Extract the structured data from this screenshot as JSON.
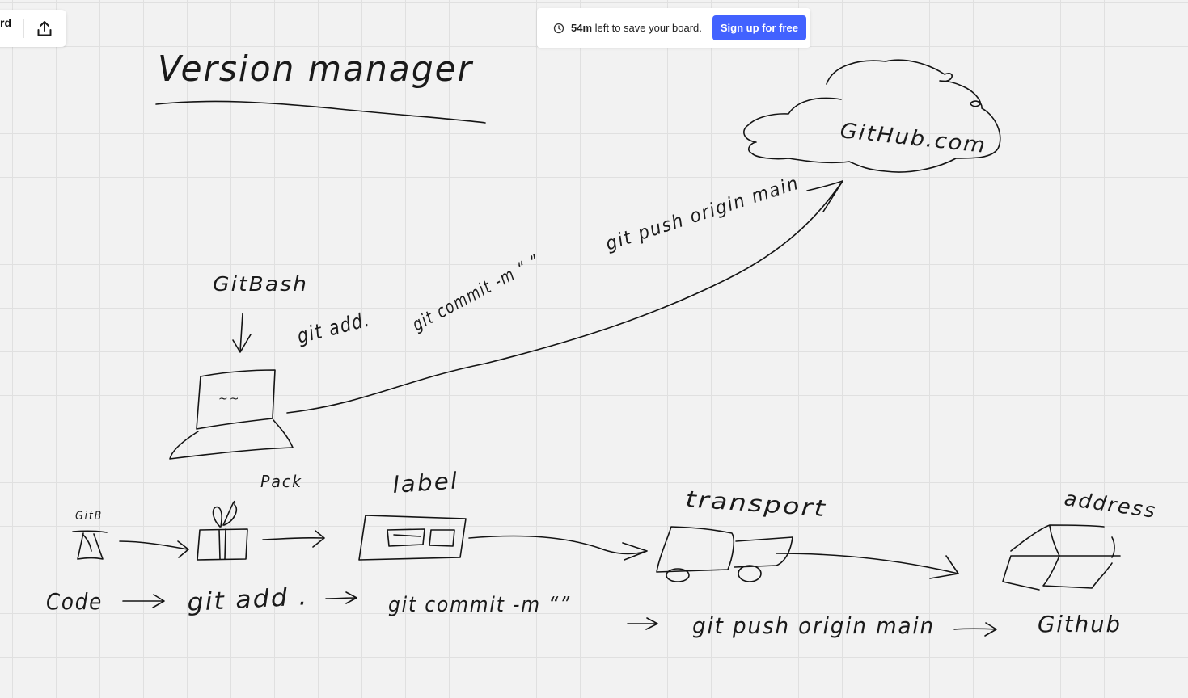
{
  "toolbar": {
    "board_name_fragment": "rd",
    "share_icon": "upload-icon"
  },
  "banner": {
    "clock_icon": "clock-icon",
    "time_left": "54m",
    "message": " left to save your board.",
    "signup_label": "Sign up for free",
    "accent_color": "#4262ff"
  },
  "sketch": {
    "title": "Version manager",
    "cloud_label": "GitHub.com",
    "git_bash_label": "GitBash",
    "laptop_screen_text": "~~",
    "cmd_add_top": "git add.",
    "cmd_commit_top": "git commit -m “ ”",
    "cmd_push_top": "git push origin main",
    "step_pack": "Pack",
    "step_label": "label",
    "step_transport": "transport",
    "step_address": "address",
    "flow_code": "Code",
    "flow_add": "git add .",
    "flow_commit": "git commit -m “”",
    "flow_push": "git push origin main",
    "flow_github": "Github",
    "code_icon_text": "GitB"
  }
}
